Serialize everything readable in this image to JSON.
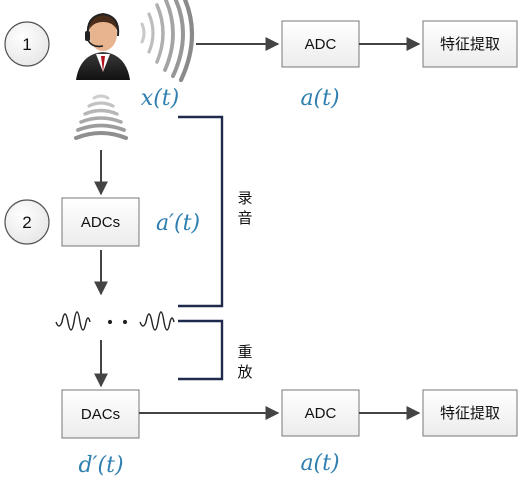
{
  "steps": {
    "one": "1",
    "two": "2"
  },
  "boxes": {
    "adc_top": "ADC",
    "feature_top": "特征提取",
    "adcs": "ADCs",
    "dacs": "DACs",
    "adc_bottom": "ADC",
    "feature_bottom": "特征提取"
  },
  "signals": {
    "x": "x(t)",
    "a_top": "a(t)",
    "a_prime": "a′(t)",
    "d_prime": "d′(t)",
    "a_bottom": "a(t)"
  },
  "brackets": {
    "record": [
      "录",
      "音"
    ],
    "replay": [
      "重",
      "放"
    ]
  },
  "icons": [
    "speaker-person-icon",
    "sound-wave-icon",
    "waveform-icon"
  ],
  "colors": {
    "math": "#2f7fb0",
    "bracket": "#1f2a4d",
    "arrow": "#444444"
  }
}
